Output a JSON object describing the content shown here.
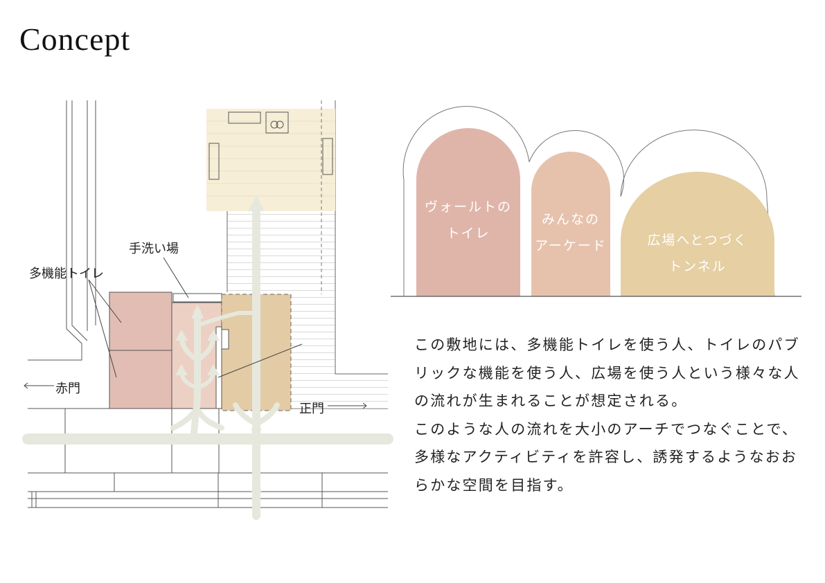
{
  "title": "Concept",
  "plan_labels": {
    "multi_toilet": "多機能トイレ",
    "handwash": "手洗い場",
    "red_gate": "赤門",
    "main_gate": "正門"
  },
  "arches": {
    "vault_line1": "ヴォールトの",
    "vault_line2": "トイレ",
    "arcade_line1": "みんなの",
    "arcade_line2": "アーケード",
    "tunnel_line1": "広場へとつづく",
    "tunnel_line2": "トンネル"
  },
  "description": {
    "para1": "この敷地には、多機能トイレを使う人、トイレのパブリックな機能を使う人、広場を使う人という様々な人の流れが生まれることが想定される。",
    "para2": "このような人の流れを大小のアーチでつなぐことで、多様なアクティビティを許容し、誘発するようなおおらかな空間を目指す。"
  },
  "colors": {
    "vault": "#dfb5aa",
    "arcade": "#e6c2ad",
    "tunnel": "#e5cfa3",
    "toilet_room": "#e2bdb4",
    "handwash_room": "#ecd0c3",
    "hall": "#e3cba5",
    "plaza": "#f7eed7",
    "flow": "#e7e8dd"
  }
}
